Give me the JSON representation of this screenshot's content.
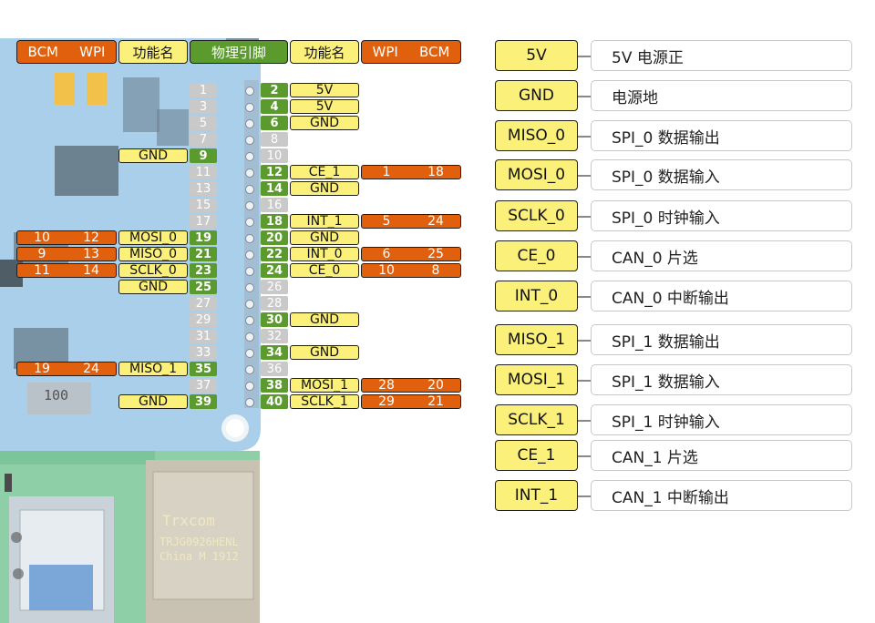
{
  "header": {
    "left_orange": [
      "BCM",
      "WPI"
    ],
    "func_left": "功能名",
    "physical": "物理引脚",
    "func_right": "功能名",
    "right_orange": [
      "WPI",
      "BCM"
    ]
  },
  "pins": [
    {
      "l": "1",
      "r": "2",
      "rf": "5V"
    },
    {
      "l": "3",
      "r": "4",
      "rf": "5V"
    },
    {
      "l": "5",
      "r": "6",
      "rf": "GND"
    },
    {
      "l": "7",
      "r": "8"
    },
    {
      "l": "9",
      "lf": "GND",
      "r": "10"
    },
    {
      "l": "11",
      "r": "12",
      "rf": "CE_1",
      "ro": [
        "1",
        "18"
      ]
    },
    {
      "l": "13",
      "r": "14",
      "rf": "GND"
    },
    {
      "l": "15",
      "r": "16"
    },
    {
      "l": "17",
      "r": "18",
      "rf": "INT_1",
      "ro": [
        "5",
        "24"
      ]
    },
    {
      "l": "19",
      "lf": "MOSI_0",
      "lo": [
        "10",
        "12"
      ],
      "r": "20",
      "rf": "GND"
    },
    {
      "l": "21",
      "lf": "MISO_0",
      "lo": [
        "9",
        "13"
      ],
      "r": "22",
      "rf": "INT_0",
      "ro": [
        "6",
        "25"
      ]
    },
    {
      "l": "23",
      "lf": "SCLK_0",
      "lo": [
        "11",
        "14"
      ],
      "r": "24",
      "rf": "CE_0",
      "ro": [
        "10",
        "8"
      ]
    },
    {
      "l": "25",
      "lf": "GND",
      "r": "26"
    },
    {
      "l": "27",
      "r": "28"
    },
    {
      "l": "29",
      "r": "30",
      "rf": "GND"
    },
    {
      "l": "31",
      "r": "32"
    },
    {
      "l": "33",
      "r": "34",
      "rf": "GND"
    },
    {
      "l": "35",
      "lf": "MISO_1",
      "lo": [
        "19",
        "24"
      ],
      "r": "36"
    },
    {
      "l": "37",
      "r": "38",
      "rf": "MOSI_1",
      "ro": [
        "28",
        "20"
      ]
    },
    {
      "l": "39",
      "lf": "GND",
      "r": "40",
      "rf": "SCLK_1",
      "ro": [
        "29",
        "21"
      ]
    }
  ],
  "legend": [
    {
      "name": "5V",
      "desc": "5V 电源正"
    },
    {
      "name": "GND",
      "desc": "电源地"
    },
    {
      "name": "MISO_0",
      "desc": "SPI_0 数据输出"
    },
    {
      "name": "MOSI_0",
      "desc": "SPI_0 数据输入"
    },
    {
      "name": "SCLK_0",
      "desc": "SPI_0 时钟输入"
    },
    {
      "name": "CE_0",
      "desc": "CAN_0 片选"
    },
    {
      "name": "INT_0",
      "desc": "CAN_0 中断输出"
    },
    {
      "name": "MISO_1",
      "desc": "SPI_1 数据输出"
    },
    {
      "name": "MOSI_1",
      "desc": "SPI_1 数据输入"
    },
    {
      "name": "SCLK_1",
      "desc": "SPI_1 时钟输入"
    },
    {
      "name": "CE_1",
      "desc": "CAN_1 片选"
    },
    {
      "name": "INT_1",
      "desc": "CAN_1 中断输出"
    }
  ],
  "board": {
    "chip_label": "100",
    "ethernet_text": [
      "Trxcom",
      "TRJG0926HENL",
      "China M 1912"
    ],
    "colors": {
      "pcb": "#1e7fc4",
      "pi": "#3cae6e",
      "yellow": "#fbf17a",
      "orange": "#e0600e",
      "green": "#5b9a2c",
      "gray": "#c9c9c9"
    }
  }
}
